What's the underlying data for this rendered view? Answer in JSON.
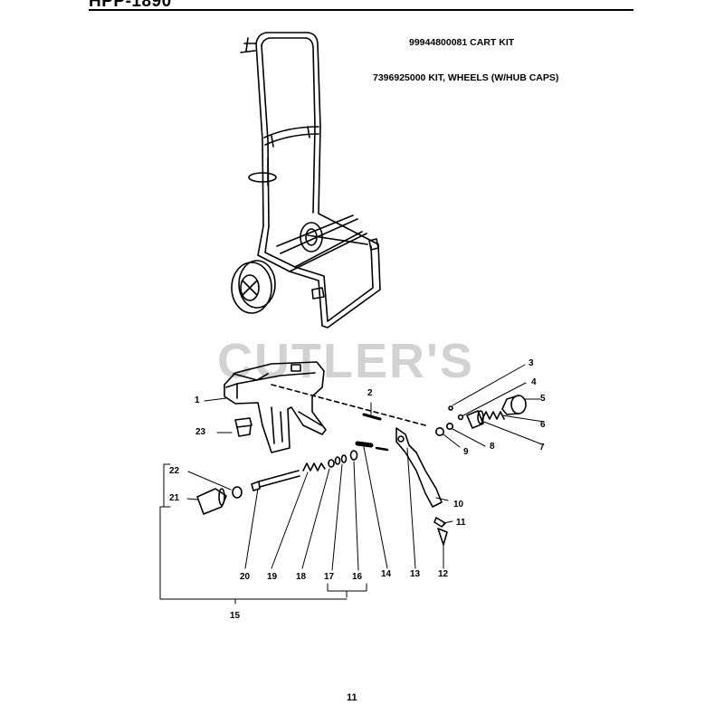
{
  "header": {
    "title": "HPP-1890"
  },
  "kits": {
    "cart": "99944800081  CART KIT",
    "wheels": "7396925000 KIT, WHEELS (W/HUB CAPS)"
  },
  "watermark": "CUTLER'S",
  "callouts": {
    "c1": "1",
    "c2": "2",
    "c3": "3",
    "c4": "4",
    "c5": "5",
    "c6": "6",
    "c7": "7",
    "c8": "8",
    "c9": "9",
    "c10": "10",
    "c11": "11",
    "c12": "12",
    "c13": "13",
    "c14": "14",
    "c15": "15",
    "c16": "16",
    "c17": "17",
    "c18": "18",
    "c19": "19",
    "c20": "20",
    "c21": "21",
    "c22": "22",
    "c23": "23"
  },
  "page_number": "11"
}
